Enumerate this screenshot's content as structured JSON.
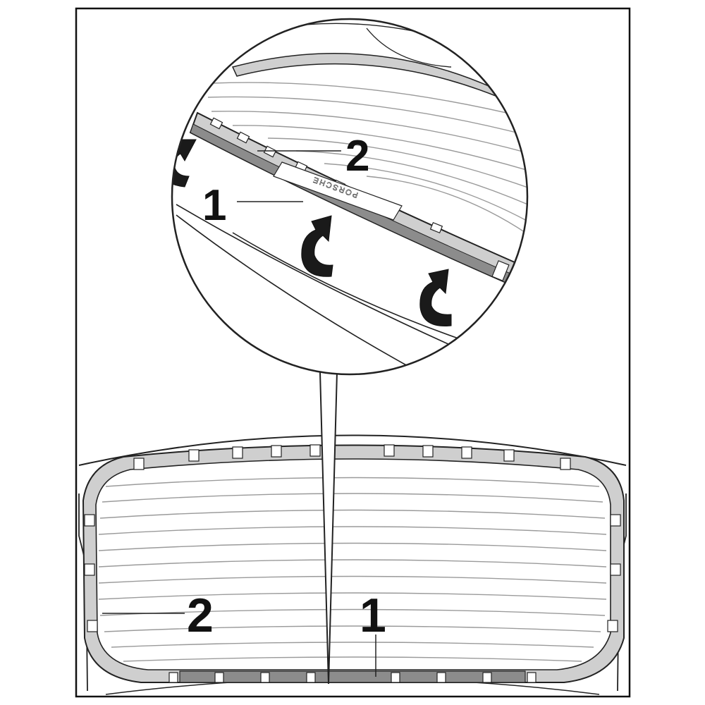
{
  "figure": {
    "callouts": {
      "detail_1": "1",
      "detail_2": "2",
      "overview_1": "1",
      "overview_2": "2"
    },
    "brand_logo_text": "PORSCHE",
    "colors": {
      "line": "#222222",
      "glass_line": "#9a9a9a",
      "seal_fill": "#cfcfcf",
      "seal_dark": "#8c8c8c",
      "arrow_fill": "#1a1a1a",
      "background": "#ffffff"
    },
    "icons": [
      "curved-arrow-icon",
      "curved-arrow-icon",
      "curved-arrow-icon",
      "curved-arrow-icon"
    ]
  }
}
